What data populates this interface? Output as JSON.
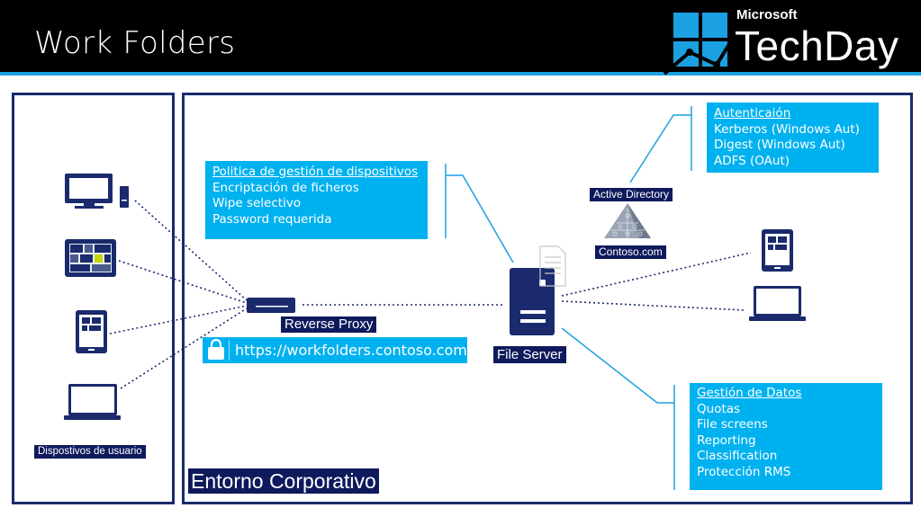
{
  "header": {
    "title": "Work Folders",
    "brand_top": "Microsoft",
    "brand_main": "TechDay"
  },
  "policy": {
    "heading": "Politica de gestión de dispositivos",
    "items": [
      "Encriptación de ficheros",
      "Wipe selectivo",
      "Password requerida"
    ]
  },
  "auth": {
    "heading": "Autenticaión",
    "items": [
      "Kerberos (Windows Aut)",
      "Digest (Windows Aut)",
      "ADFS (OAut)"
    ]
  },
  "data_mgmt": {
    "heading": "Gestión de Datos",
    "items": [
      "Quotas",
      "File screens",
      "Reporting",
      "Classification",
      "Protección RMS"
    ]
  },
  "labels": {
    "active_directory": "Active Directory",
    "contoso": "Contoso.com",
    "reverse_proxy": "Reverse Proxy",
    "url": "https://workfolders.contoso.com",
    "file_server": "File Server",
    "devices": "Dispostivos de usuario",
    "corporate": "Entorno Corporativo"
  },
  "colors": {
    "accent_blue": "#00b1f0",
    "navy": "#1a2a6c",
    "label_navy": "#0e1a5c",
    "header_black": "#000000"
  },
  "icons": [
    "desktop-icon",
    "tablet-icon",
    "phone-icon",
    "laptop-icon",
    "server-icon",
    "document-icon",
    "pyramid-icon",
    "lock-icon",
    "reverse-proxy-icon"
  ]
}
